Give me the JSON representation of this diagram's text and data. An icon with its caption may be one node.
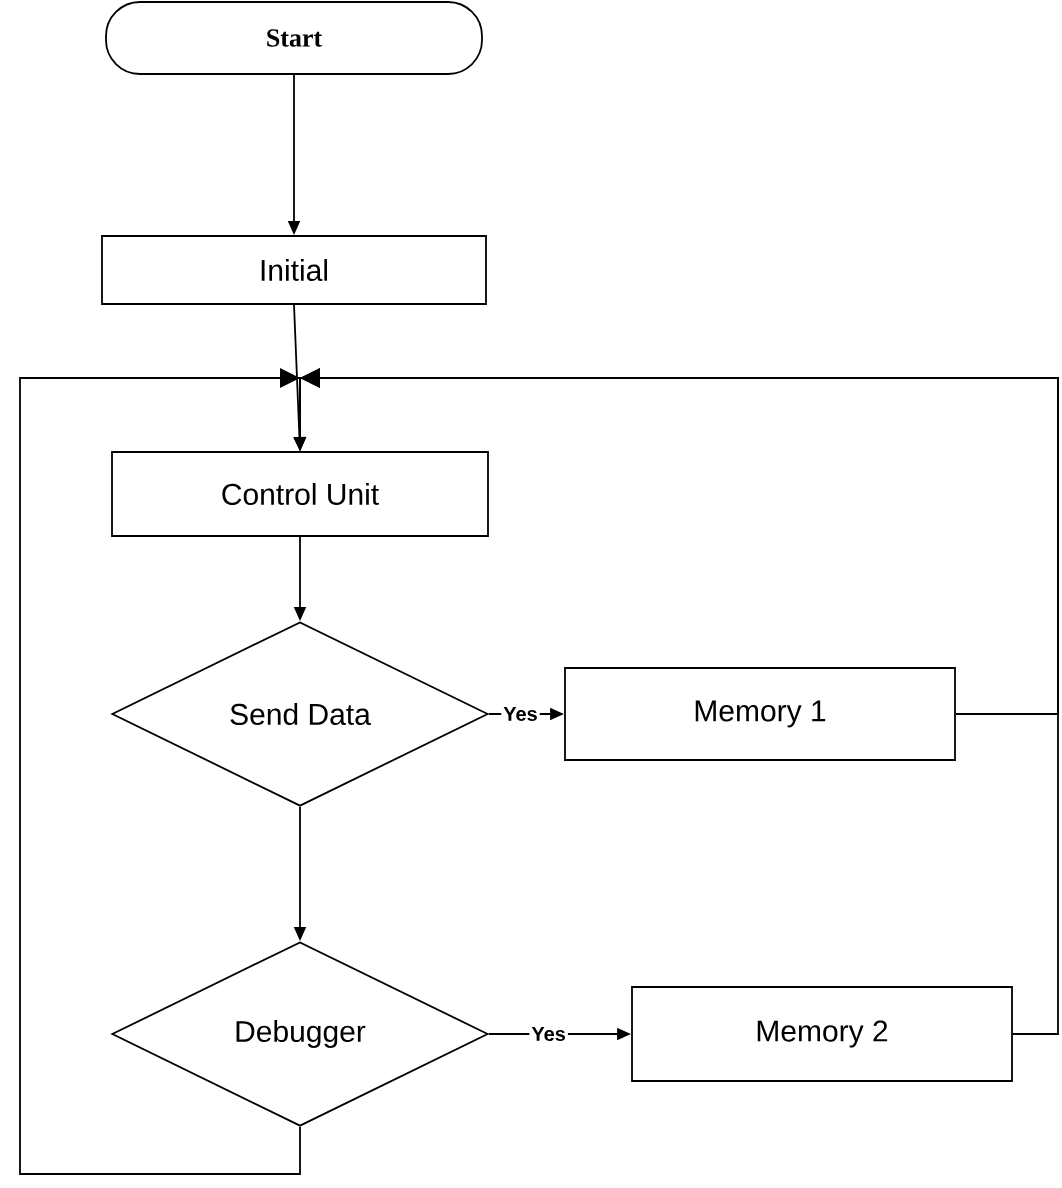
{
  "diagram": {
    "nodes": [
      {
        "text": [
          "Start"
        ]
      },
      {
        "text": [
          "Initial"
        ]
      },
      {
        "text": [
          "Control Unit"
        ]
      },
      {
        "text": [
          "Send Data"
        ]
      },
      {
        "text": [
          "Memory 1"
        ]
      },
      {
        "text": [
          "Debugger"
        ]
      },
      {
        "text": [
          "Memory 2"
        ]
      }
    ],
    "edges": [
      {
        "from": 0,
        "to": 1,
        "arrow": "to"
      },
      {
        "from": 1,
        "to": 2,
        "arrow": "to"
      },
      {
        "from": 2,
        "to": 3,
        "arrow": "to"
      },
      {
        "from": 3,
        "to": 4,
        "arrow": "to",
        "label": "Yes"
      },
      {
        "from": 3,
        "to": 5,
        "arrow": "to"
      },
      {
        "from": 5,
        "to": 6,
        "arrow": "to",
        "label": "Yes"
      },
      {
        "from": 5,
        "to": 2,
        "arrow": "to"
      },
      {
        "from": 4,
        "to": 2,
        "arrow": "to"
      },
      {
        "from": 6,
        "to": 2,
        "arrow": "to"
      }
    ]
  }
}
